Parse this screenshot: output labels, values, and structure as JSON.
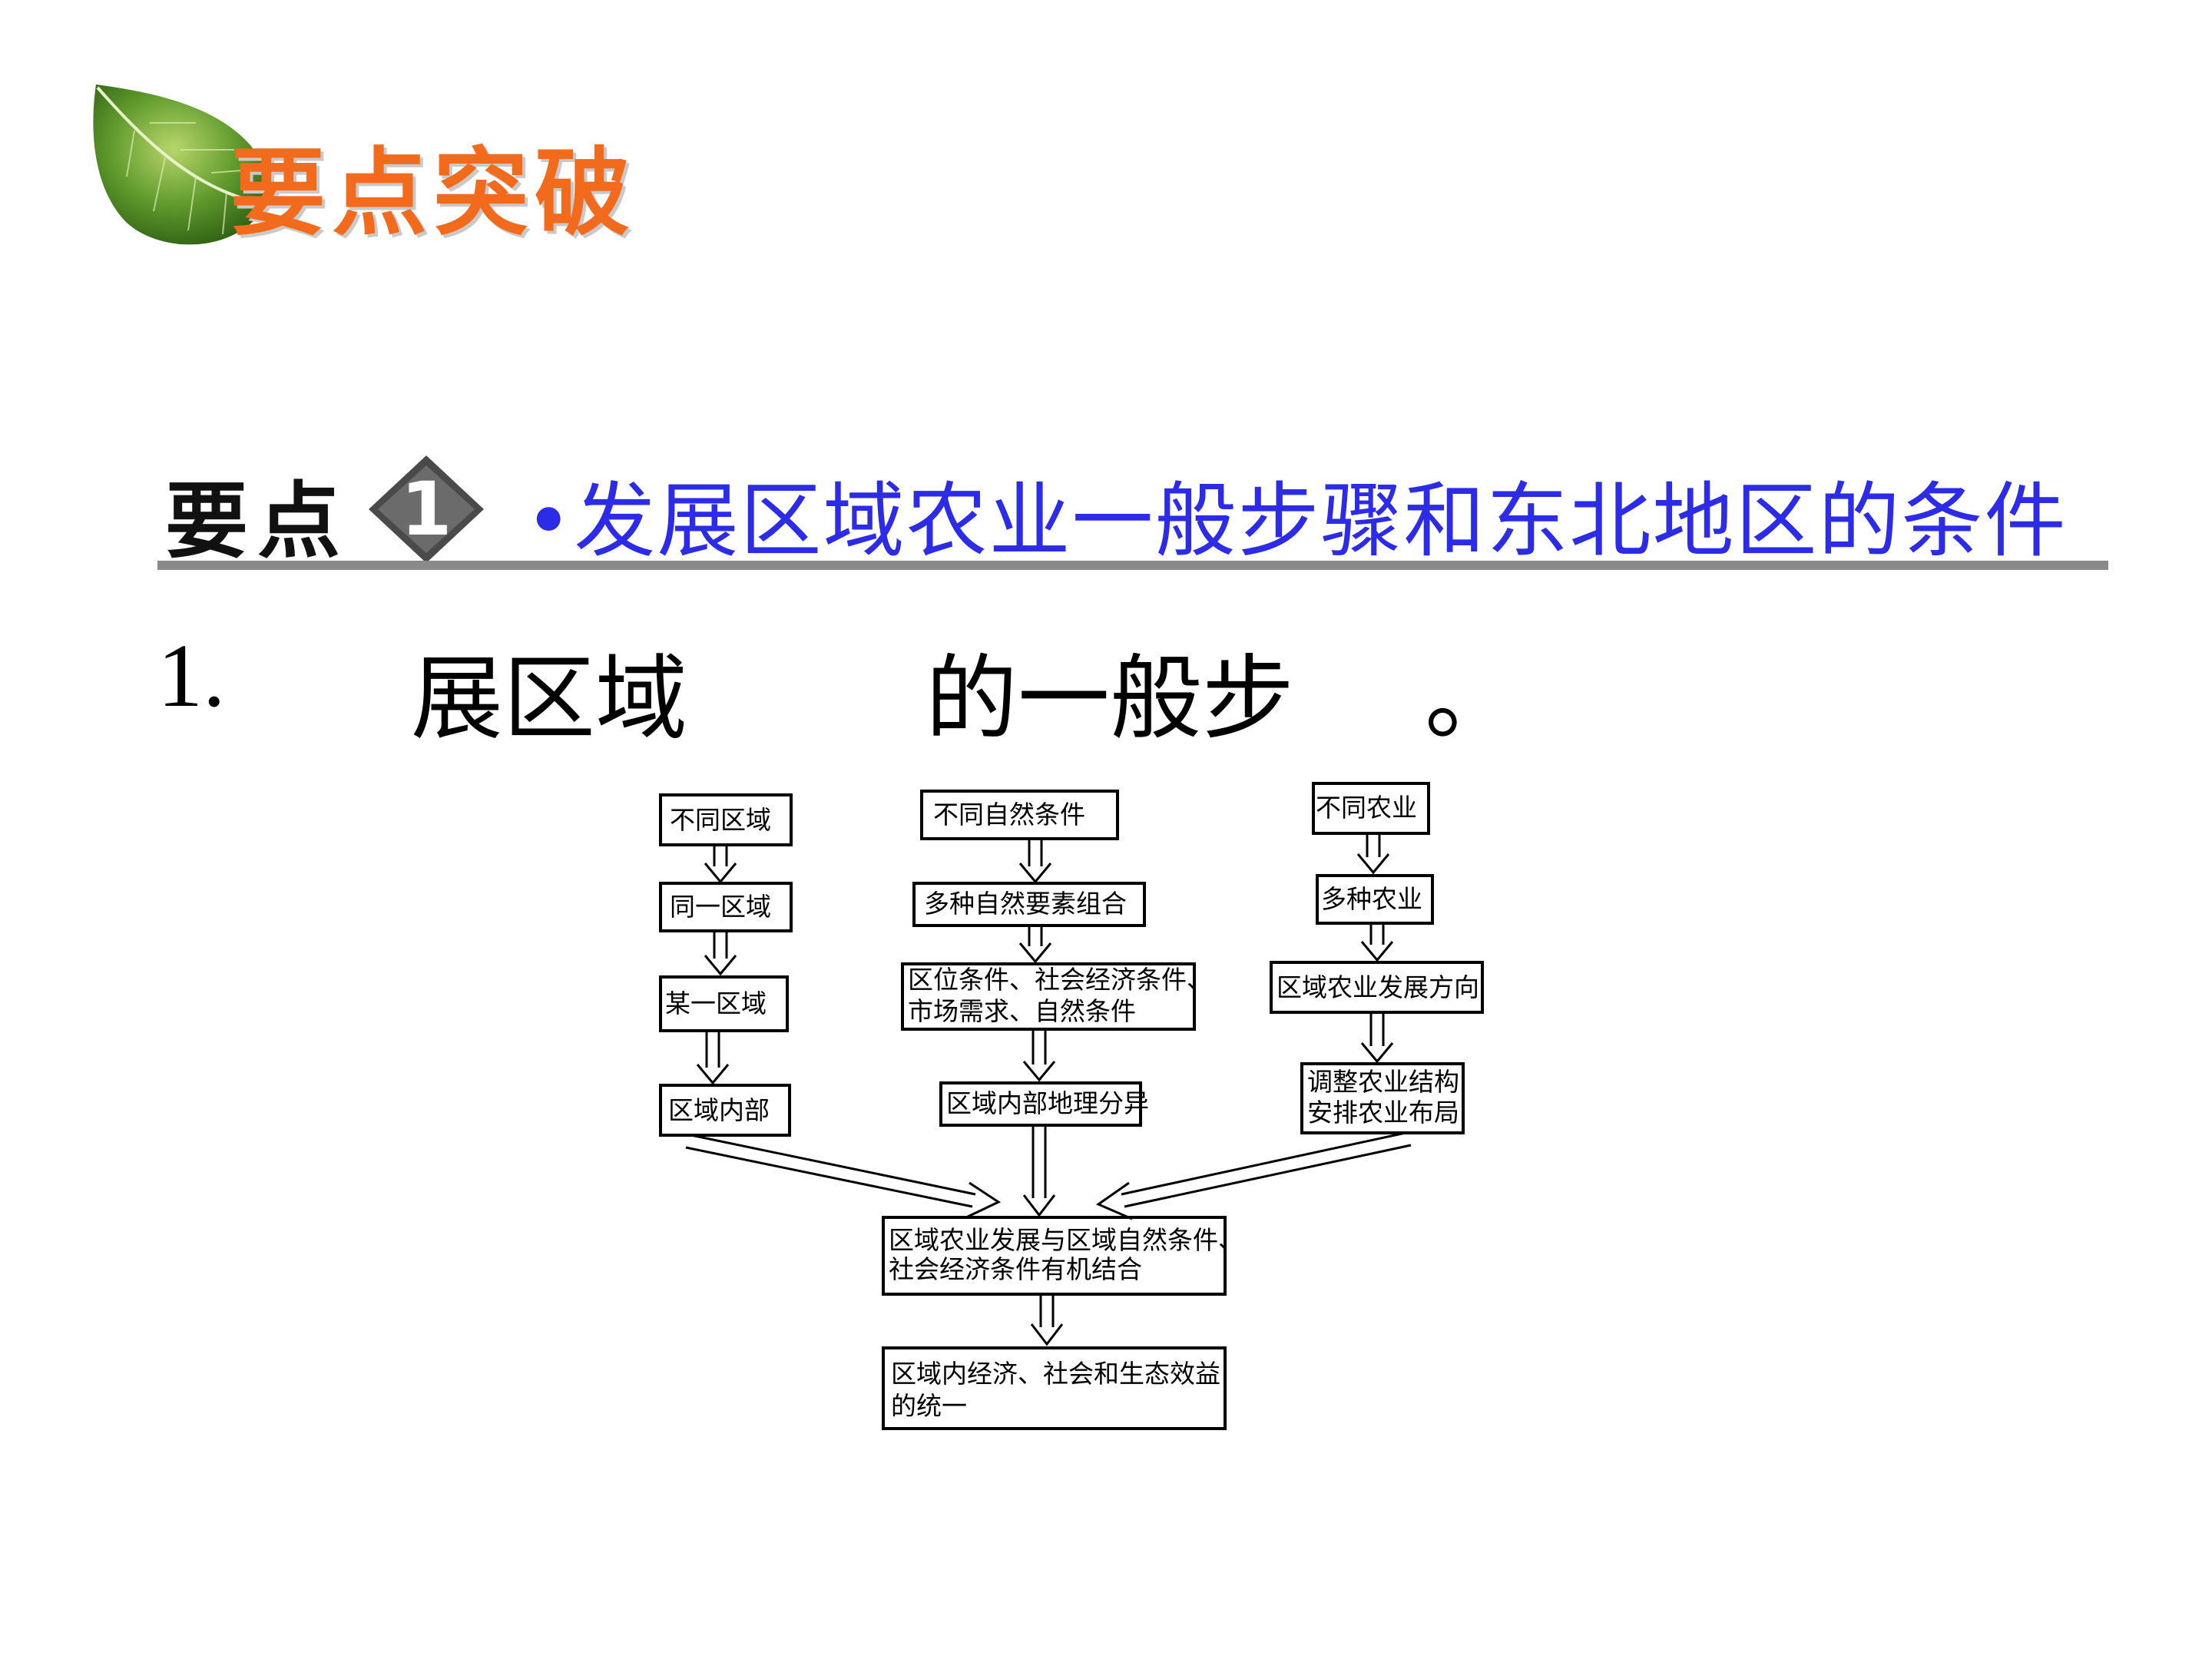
{
  "header": {
    "brand_title": "要点突破",
    "icon": "leaf-icon"
  },
  "heading": {
    "point_label": "要点",
    "badge_number": "1",
    "bullet": "•",
    "title": "发展区域农业一般步骤和东北地区的条件"
  },
  "step": {
    "number": "1.",
    "part_a": "展区域",
    "part_b": "的一般步",
    "part_c": "。"
  },
  "flowchart": {
    "col1": [
      "不同区域",
      "同一区域",
      "某一区域",
      "区域内部"
    ],
    "col2": [
      "不同自然条件",
      "多种自然要素组合",
      "区位条件、社会经济条件、",
      "市场需求、自然条件",
      "区域内部地理分异"
    ],
    "col3": [
      "不同农业",
      "多种农业",
      "区域农业发展方向",
      "调整农业结构",
      "安排农业布局"
    ],
    "merge": [
      "区域农业发展与区域自然条件、",
      "社会经济条件有机结合"
    ],
    "final": [
      "区域内经济、社会和生态效益",
      "的统一"
    ]
  },
  "colors": {
    "brand": "#f26a1b",
    "heading": "#2b2be8",
    "rule": "#8a8a8a",
    "badge": "#4a4a4a"
  }
}
